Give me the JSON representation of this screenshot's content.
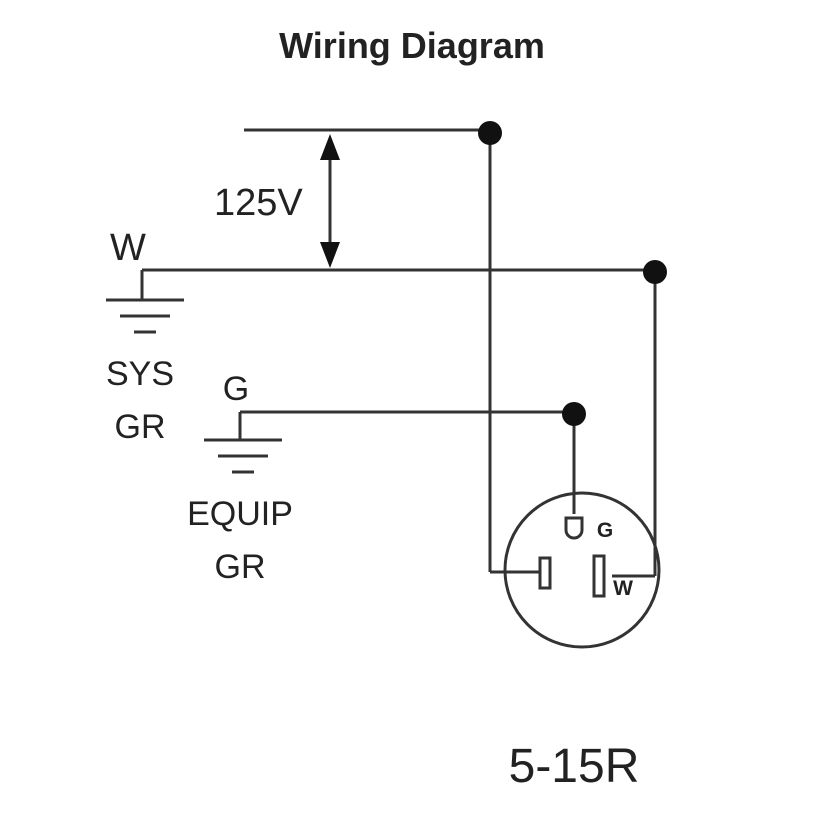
{
  "title": "Wiring Diagram",
  "voltage_label": "125V",
  "neutral_label": "W",
  "system_ground": {
    "line1": "SYS",
    "line2": "GR"
  },
  "ground_label": "G",
  "equipment_ground": {
    "line1": "EQUIP",
    "line2": "GR"
  },
  "receptacle": {
    "ground_terminal": "G",
    "neutral_terminal": "W"
  },
  "model": "5-15R"
}
